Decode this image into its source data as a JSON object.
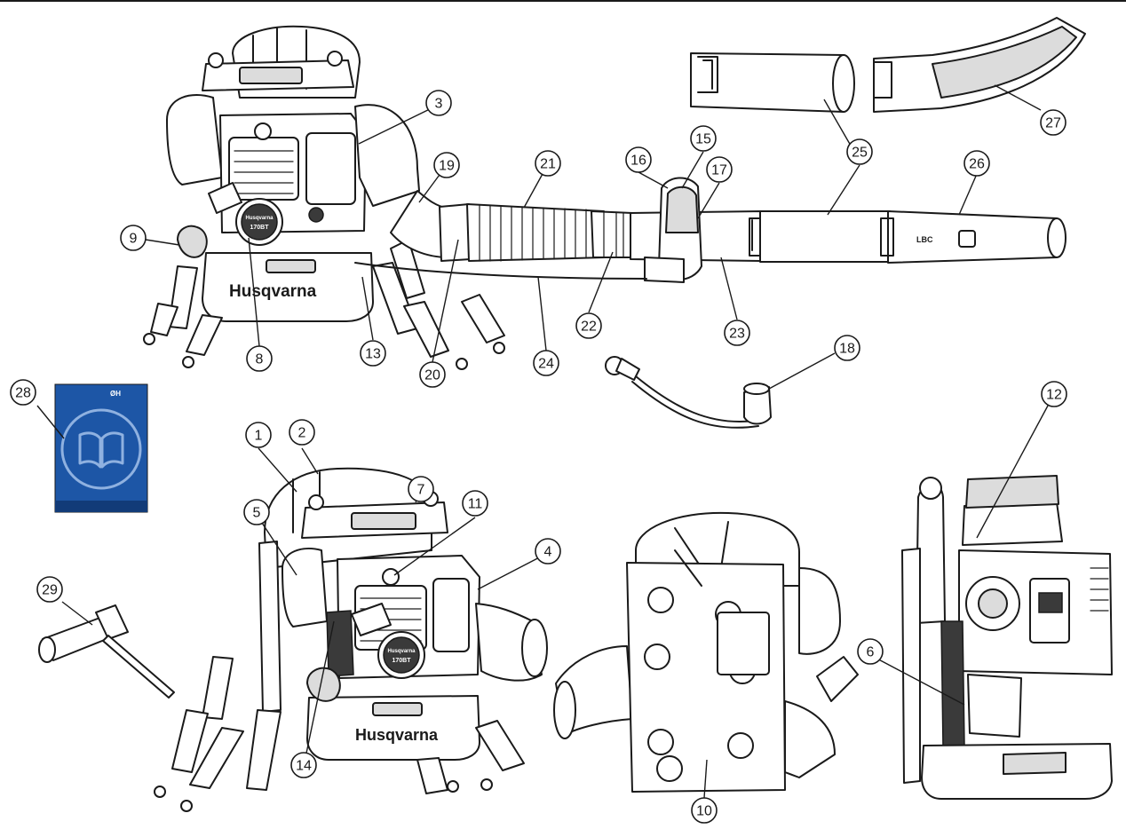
{
  "brand": {
    "wordmark": "Husqvarna",
    "model_badge": "170BT",
    "tube_mark": "LBC",
    "manual_mark": "ØH"
  },
  "colors": {
    "line": "#1a1a1a",
    "manual_blue": "#1d56a6",
    "manual_dark": "#123b78",
    "shade": "#dcdcdc"
  },
  "icons": {
    "manual": "open-book-icon"
  },
  "callouts": [
    {
      "id": "1",
      "label": "1"
    },
    {
      "id": "2",
      "label": "2"
    },
    {
      "id": "3",
      "label": "3"
    },
    {
      "id": "4",
      "label": "4"
    },
    {
      "id": "5",
      "label": "5"
    },
    {
      "id": "6",
      "label": "6"
    },
    {
      "id": "7",
      "label": "7"
    },
    {
      "id": "8",
      "label": "8"
    },
    {
      "id": "9",
      "label": "9"
    },
    {
      "id": "10",
      "label": "10"
    },
    {
      "id": "11",
      "label": "11"
    },
    {
      "id": "12",
      "label": "12"
    },
    {
      "id": "13",
      "label": "13"
    },
    {
      "id": "14",
      "label": "14"
    },
    {
      "id": "15",
      "label": "15"
    },
    {
      "id": "16",
      "label": "16"
    },
    {
      "id": "17",
      "label": "17"
    },
    {
      "id": "18",
      "label": "18"
    },
    {
      "id": "19",
      "label": "19"
    },
    {
      "id": "20",
      "label": "20"
    },
    {
      "id": "21",
      "label": "21"
    },
    {
      "id": "22",
      "label": "22"
    },
    {
      "id": "23",
      "label": "23"
    },
    {
      "id": "24",
      "label": "24"
    },
    {
      "id": "25",
      "label": "25"
    },
    {
      "id": "26",
      "label": "26"
    },
    {
      "id": "27",
      "label": "27"
    },
    {
      "id": "28",
      "label": "28"
    },
    {
      "id": "29",
      "label": "29"
    }
  ]
}
